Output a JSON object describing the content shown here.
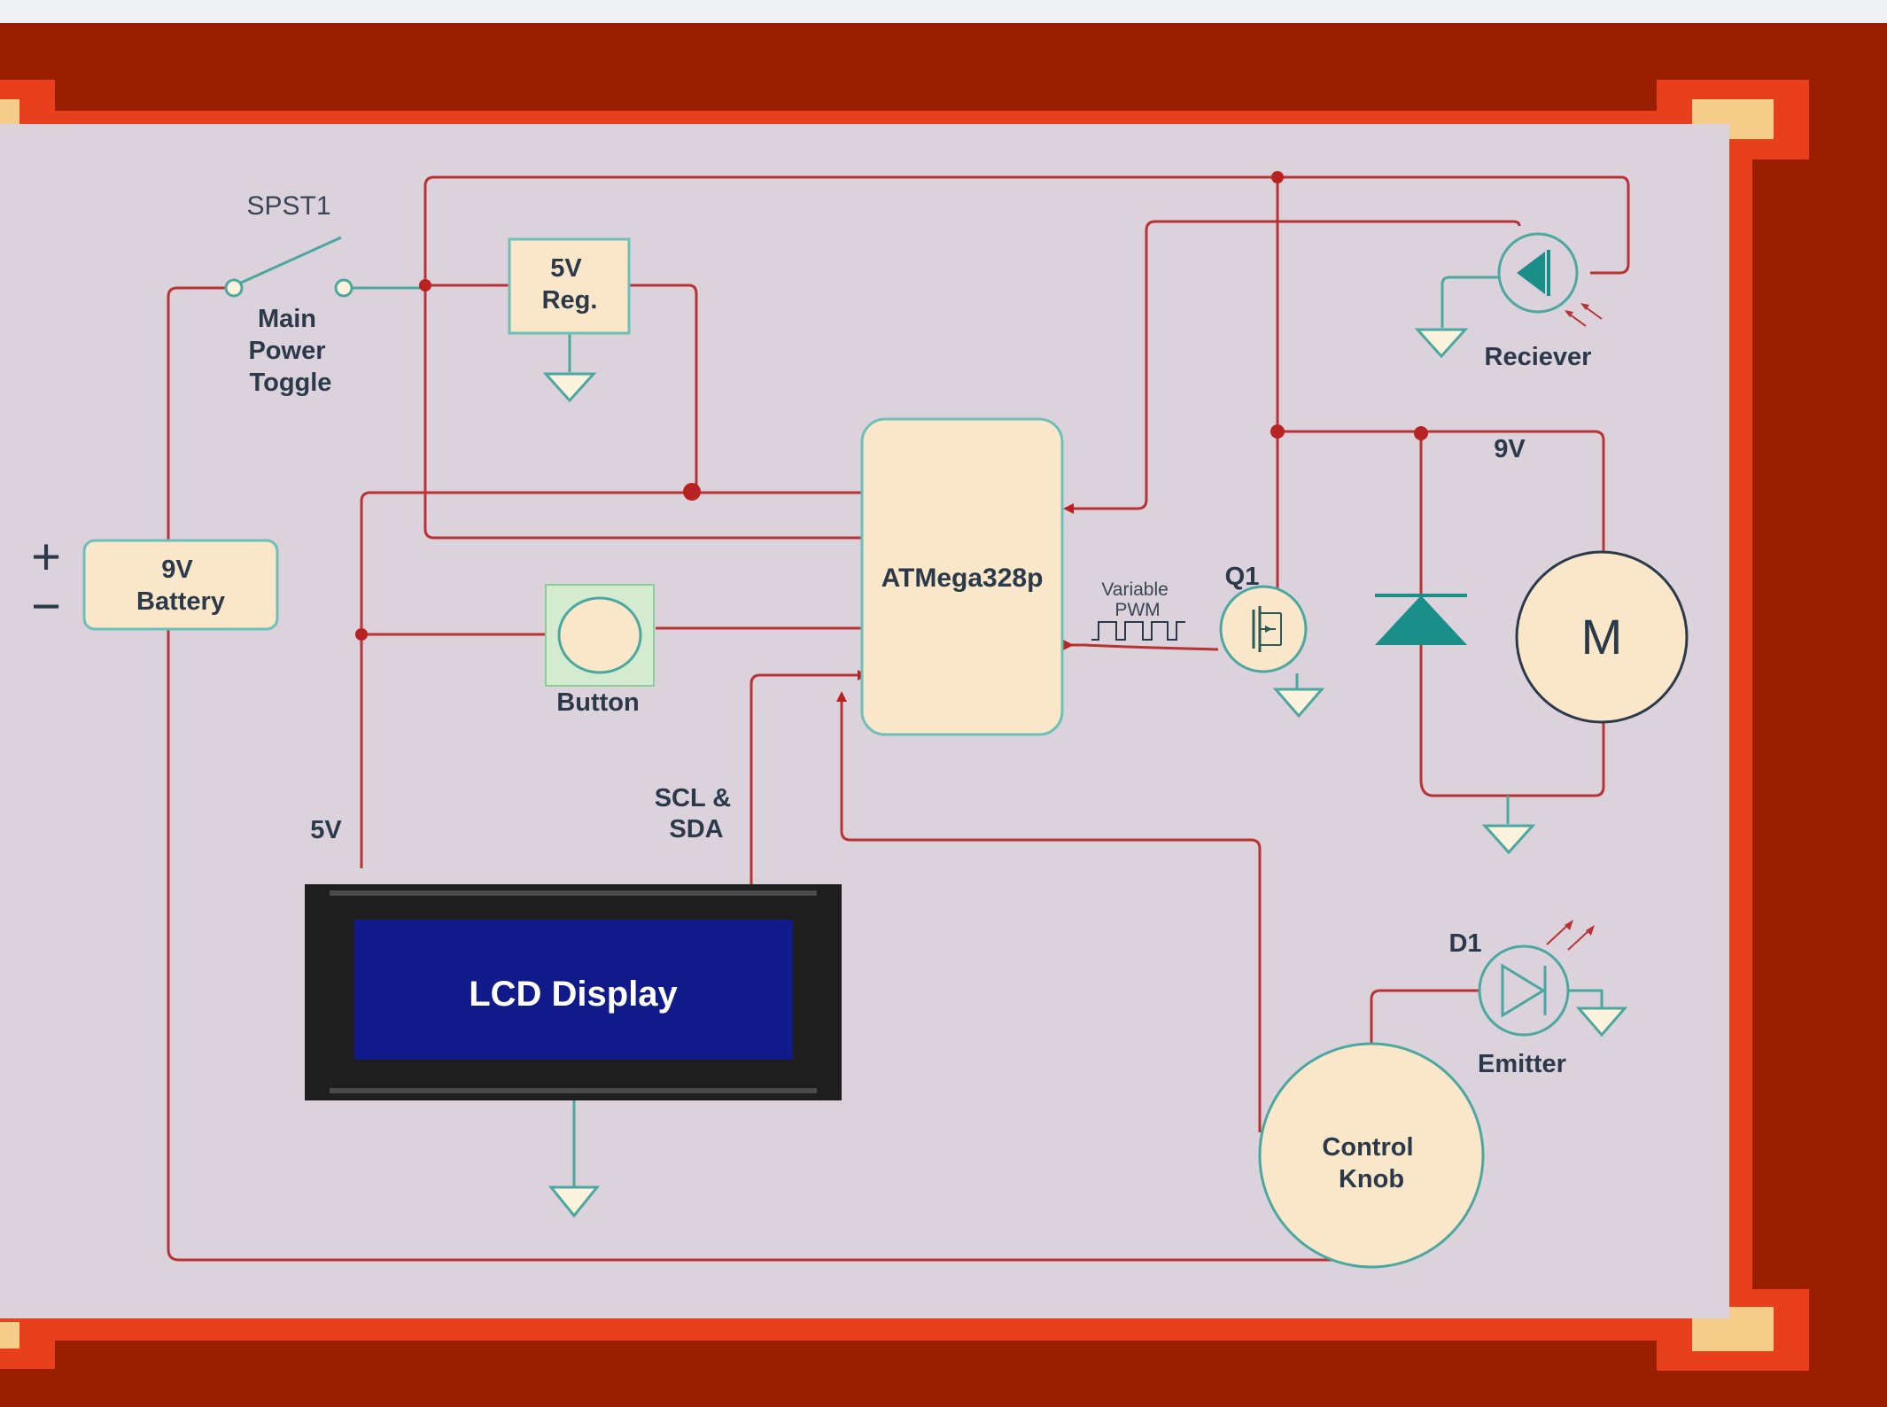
{
  "diagram": {
    "labels": {
      "switch_ref": "SPST1",
      "switch_name": [
        "Main",
        "Power",
        "Toggle"
      ],
      "regulator": [
        "5V",
        "Reg."
      ],
      "battery": [
        "9V",
        "Battery"
      ],
      "mcu": "ATMega328p",
      "button": "Button",
      "lcd": "LCD Display",
      "rail_5v": "5V",
      "bus": [
        "SCL &",
        "SDA"
      ],
      "pwm": [
        "Variable",
        "PWM"
      ],
      "transistor": "Q1",
      "motor_supply": "9V",
      "motor": "M",
      "receiver": "Reciever",
      "emitter_ref": "D1",
      "emitter": "Emitter",
      "knob": [
        "Control",
        "Knob"
      ],
      "battery_plus": "+",
      "battery_minus": "−"
    },
    "colors": {
      "background_outer": "#9a1e00",
      "frame_accent": "#e8401c",
      "corner_square": "#f5cc88",
      "canvas": "#dcd2dc",
      "wire": "#b83434",
      "component_fill": "#fae6c8",
      "component_stroke": "#6cc0b8",
      "diode_teal": "#1a8f8a",
      "lcd_screen": "#101a8a"
    }
  }
}
